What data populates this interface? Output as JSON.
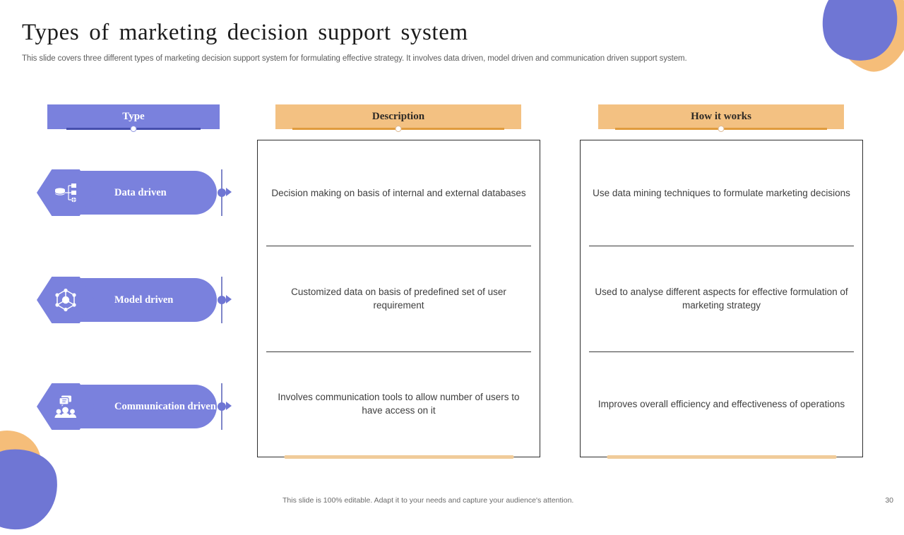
{
  "slide": {
    "title": "Types of marketing decision support system",
    "subtitle": "This slide covers three different types of marketing decision support system for formulating effective strategy. It involves data driven, model driven and communication driven support system.",
    "footer_note": "This slide is 100% editable. Adapt it to your needs and capture your audience's attention.",
    "page_number": "30"
  },
  "columns": {
    "type_label": "Type",
    "description_label": "Description",
    "how_it_works_label": "How it works"
  },
  "rows": [
    {
      "type": "Data driven",
      "icon": "database-tree-icon",
      "description": "Decision making on basis of internal and external databases",
      "how_it_works": "Use data mining techniques to formulate marketing decisions"
    },
    {
      "type": "Model driven",
      "icon": "hexagon-network-icon",
      "description": "Customized data on basis of predefined set of user requirement",
      "how_it_works": "Used to analyse different aspects for effective formulation of marketing strategy"
    },
    {
      "type": "Communication driven",
      "icon": "chat-people-icon",
      "description": "Involves communication tools to allow number of users to have access on it",
      "how_it_works": "Improves overall efficiency and effectiveness of operations"
    }
  ],
  "colors": {
    "purple": "#7a81dd",
    "purple_dark": "#474fae",
    "orange": "#f3c182",
    "orange_dark": "#e09b3e",
    "text_dark": "#3e3e3e"
  }
}
